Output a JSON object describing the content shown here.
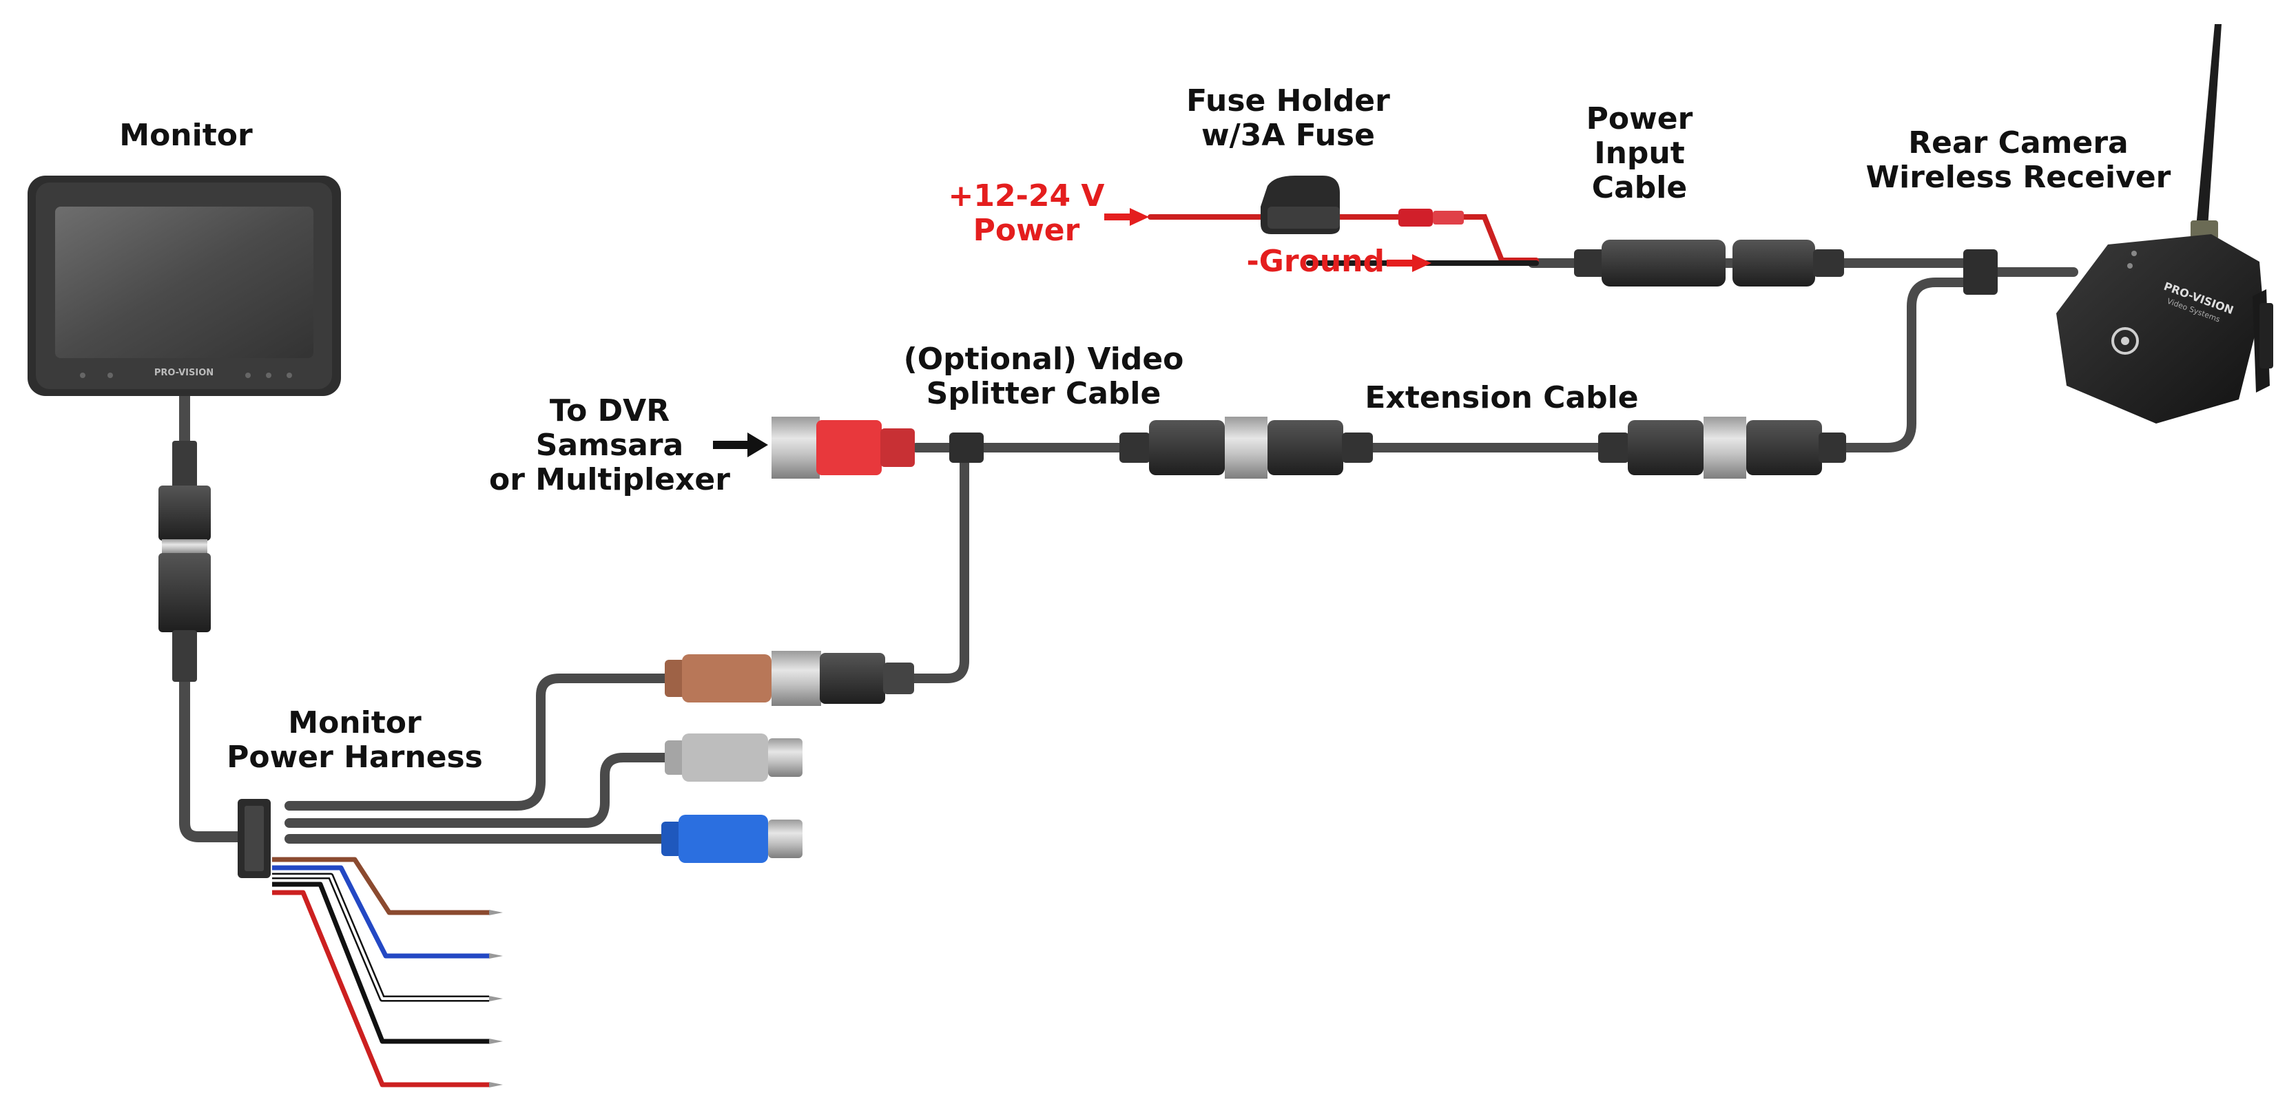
{
  "labels": {
    "monitor": "Monitor",
    "fuse_holder_1": "Fuse Holder",
    "fuse_holder_2": "w/3A Fuse",
    "power_input_1": "Power",
    "power_input_2": "Input",
    "power_input_3": "Cable",
    "receiver_1": "Rear Camera",
    "receiver_2": "Wireless Receiver",
    "power_1": "+12-24 V",
    "power_2": "Power",
    "ground": "-Ground",
    "dvr_1": "To DVR",
    "dvr_2": "Samsara",
    "dvr_3": "or Multiplexer",
    "splitter_1": "(Optional) Video",
    "splitter_2": "Splitter Cable",
    "extension": "Extension Cable",
    "harness_1": "Monitor",
    "harness_2": "Power Harness"
  },
  "branding": {
    "monitor_logo": "PRO-VISION",
    "receiver_logo": "PRO-VISION",
    "receiver_sub": "Video Systems"
  },
  "colors": {
    "cable": "#4a4a4a",
    "power_red": "#e41e1e",
    "red_connector": "#e8383c",
    "brown_connector": "#b87758",
    "grey_connector": "#b9b9b9",
    "blue_connector": "#2b6fe0",
    "silver": "#c8c8c8",
    "wire_brown": "#8b4a2f",
    "wire_blue": "#2348c4",
    "wire_black": "#111111",
    "wire_red": "#cc2020"
  }
}
